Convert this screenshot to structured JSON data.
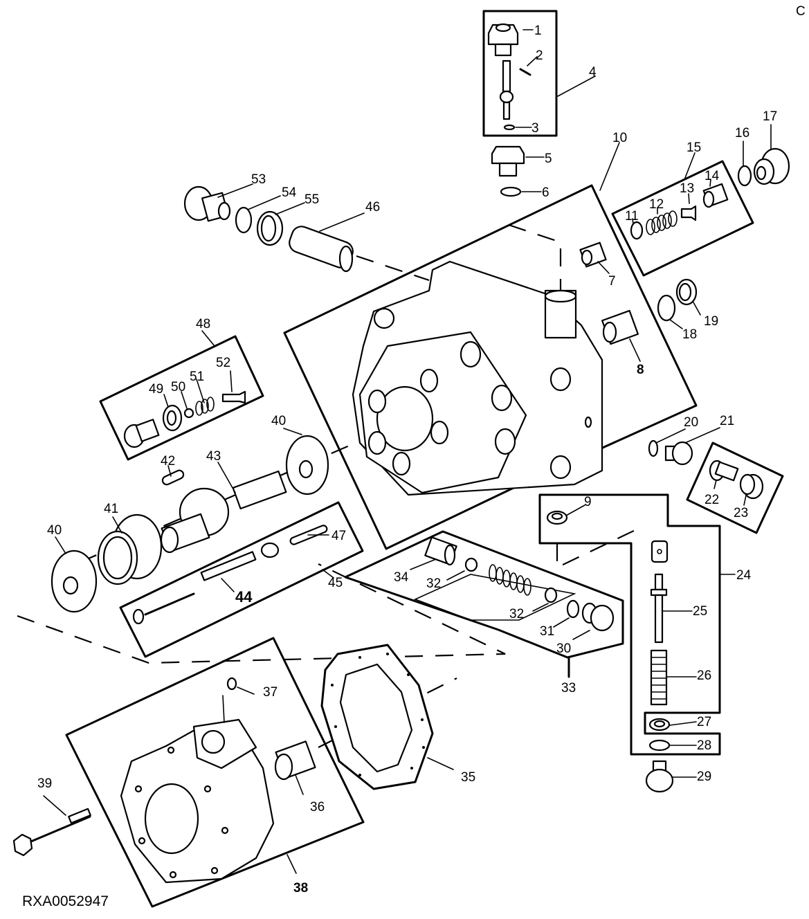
{
  "figure": {
    "reference_code": "RXA0052947",
    "corner_mark": "C",
    "line_color": "#000000",
    "background_color": "#ffffff"
  },
  "callouts": [
    {
      "id": "1",
      "label": "1",
      "part": "plug"
    },
    {
      "id": "2",
      "label": "2",
      "part": "pin"
    },
    {
      "id": "3",
      "label": "3",
      "part": "o-ring"
    },
    {
      "id": "4",
      "label": "4",
      "part": "valve-kit"
    },
    {
      "id": "5",
      "label": "5",
      "part": "plug"
    },
    {
      "id": "6",
      "label": "6",
      "part": "o-ring"
    },
    {
      "id": "7",
      "label": "7",
      "part": "bushing"
    },
    {
      "id": "8",
      "label": "8",
      "part": "needle-bearing"
    },
    {
      "id": "9",
      "label": "9",
      "part": "seal"
    },
    {
      "id": "10",
      "label": "10",
      "part": "pump-housing"
    },
    {
      "id": "11",
      "label": "11",
      "part": "ring"
    },
    {
      "id": "12",
      "label": "12",
      "part": "spring"
    },
    {
      "id": "13",
      "label": "13",
      "part": "valve"
    },
    {
      "id": "14",
      "label": "14",
      "part": "seat"
    },
    {
      "id": "15",
      "label": "15",
      "part": "relief-valve-kit"
    },
    {
      "id": "16",
      "label": "16",
      "part": "o-ring"
    },
    {
      "id": "17",
      "label": "17",
      "part": "plug"
    },
    {
      "id": "18",
      "label": "18",
      "part": "o-ring"
    },
    {
      "id": "19",
      "label": "19",
      "part": "plug"
    },
    {
      "id": "20",
      "label": "20",
      "part": "o-ring"
    },
    {
      "id": "21",
      "label": "21",
      "part": "plug"
    },
    {
      "id": "22",
      "label": "22",
      "part": "fitting"
    },
    {
      "id": "23",
      "label": "23",
      "part": "cap"
    },
    {
      "id": "24",
      "label": "24",
      "part": "valve-kit"
    },
    {
      "id": "25",
      "label": "25",
      "part": "valve-stem"
    },
    {
      "id": "26",
      "label": "26",
      "part": "spring"
    },
    {
      "id": "27",
      "label": "27",
      "part": "washer"
    },
    {
      "id": "28",
      "label": "28",
      "part": "o-ring"
    },
    {
      "id": "29",
      "label": "29",
      "part": "plug"
    },
    {
      "id": "30",
      "label": "30",
      "part": "plug"
    },
    {
      "id": "31",
      "label": "31",
      "part": "o-ring"
    },
    {
      "id": "32a",
      "label": "32",
      "part": "ball"
    },
    {
      "id": "32b",
      "label": "32",
      "part": "ball"
    },
    {
      "id": "33",
      "label": "33",
      "part": "check-valve-kit"
    },
    {
      "id": "34",
      "label": "34",
      "part": "sleeve"
    },
    {
      "id": "35",
      "label": "35",
      "part": "gasket"
    },
    {
      "id": "36",
      "label": "36",
      "part": "needle-bearing"
    },
    {
      "id": "37",
      "label": "37",
      "part": "plug"
    },
    {
      "id": "38",
      "label": "38",
      "part": "cover"
    },
    {
      "id": "39",
      "label": "39",
      "part": "cap-screw"
    },
    {
      "id": "40a",
      "label": "40",
      "part": "thrust-washer"
    },
    {
      "id": "40b",
      "label": "40",
      "part": "thrust-washer"
    },
    {
      "id": "41",
      "label": "41",
      "part": "rotor"
    },
    {
      "id": "42",
      "label": "42",
      "part": "pin"
    },
    {
      "id": "43",
      "label": "43",
      "part": "shaft"
    },
    {
      "id": "44",
      "label": "44",
      "part": "spring"
    },
    {
      "id": "45",
      "label": "45",
      "part": "piston-kit"
    },
    {
      "id": "46",
      "label": "46",
      "part": "filter-screen"
    },
    {
      "id": "47",
      "label": "47",
      "part": "pin"
    },
    {
      "id": "48",
      "label": "48",
      "part": "valve-kit"
    },
    {
      "id": "49",
      "label": "49",
      "part": "seal"
    },
    {
      "id": "50",
      "label": "50",
      "part": "ball"
    },
    {
      "id": "51",
      "label": "51",
      "part": "spring"
    },
    {
      "id": "52",
      "label": "52",
      "part": "valve"
    },
    {
      "id": "53",
      "label": "53",
      "part": "plug"
    },
    {
      "id": "54",
      "label": "54",
      "part": "o-ring"
    },
    {
      "id": "55",
      "label": "55",
      "part": "sleeve"
    }
  ]
}
